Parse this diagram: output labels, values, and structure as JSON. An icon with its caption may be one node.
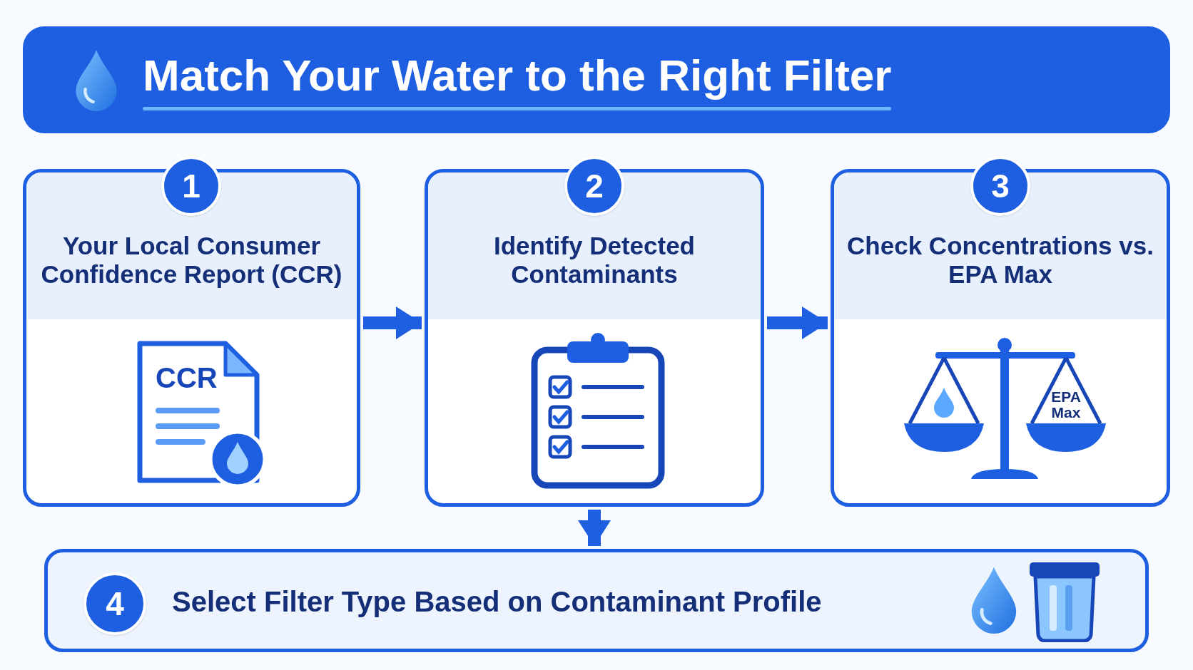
{
  "diagram": {
    "title": "Match Your Water to the Right Filter",
    "nodes": [
      {
        "text": [
          "1"
        ]
      },
      {
        "text": [
          "Your Local Consumer Confidence Report (CCR)"
        ]
      },
      {
        "text": [
          "2"
        ]
      },
      {
        "text": [
          "Identify Detected Contaminants"
        ]
      },
      {
        "text": [
          "3"
        ]
      },
      {
        "text": [
          "Check Concentrations vs. EPA Max"
        ]
      },
      {
        "text": [
          "Select Filter Type Based on Contaminant Profile"
        ]
      },
      {
        "text": [
          "4"
        ],
        "in": 6
      }
    ],
    "edges": [
      {
        "from": 1,
        "to": 3,
        "arrow": "to"
      },
      {
        "from": 3,
        "to": 5,
        "arrow": "to"
      },
      {
        "from": 3,
        "to": 6,
        "arrow": "to"
      }
    ],
    "labels": [
      "CCR",
      "EPA Max"
    ]
  }
}
